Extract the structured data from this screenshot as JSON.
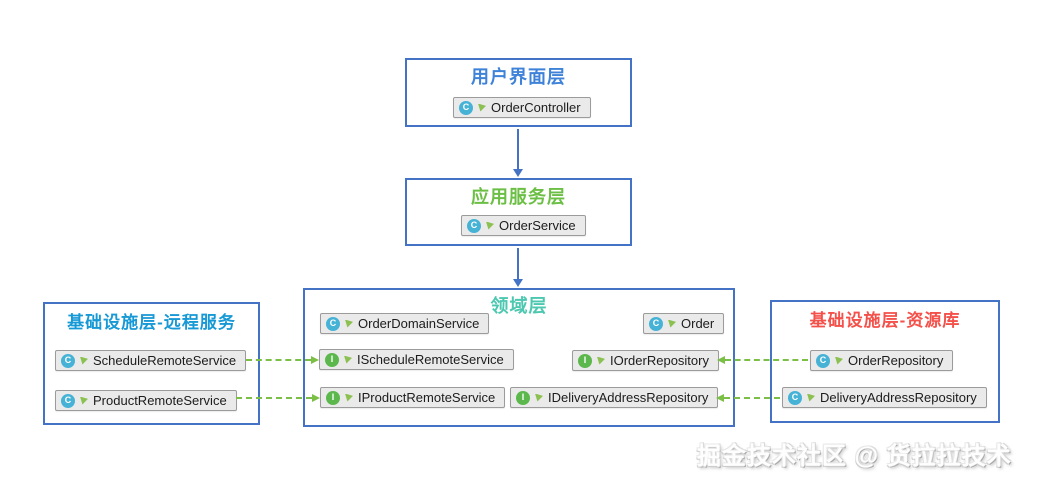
{
  "diagram": {
    "ui_layer": {
      "title": "用户界面层",
      "items": [
        {
          "label": "OrderController",
          "icon": "C",
          "kind": "class"
        }
      ]
    },
    "app_layer": {
      "title": "应用服务层",
      "items": [
        {
          "label": "OrderService",
          "icon": "C",
          "kind": "class"
        }
      ]
    },
    "domain_layer": {
      "title": "领域层",
      "items": [
        {
          "label": "OrderDomainService",
          "icon": "C",
          "kind": "class"
        },
        {
          "label": "Order",
          "icon": "C",
          "kind": "class"
        },
        {
          "label": "IScheduleRemoteService",
          "icon": "I",
          "kind": "interface"
        },
        {
          "label": "IOrderRepository",
          "icon": "I",
          "kind": "interface"
        },
        {
          "label": "IProductRemoteService",
          "icon": "I",
          "kind": "interface"
        },
        {
          "label": "IDeliveryAddressRepository",
          "icon": "I",
          "kind": "interface"
        }
      ]
    },
    "infra_remote_layer": {
      "title": "基础设施层-远程服务",
      "items": [
        {
          "label": "ScheduleRemoteService",
          "icon": "C",
          "kind": "class"
        },
        {
          "label": "ProductRemoteService",
          "icon": "C",
          "kind": "class"
        }
      ]
    },
    "infra_repo_layer": {
      "title": "基础设施层-资源库",
      "items": [
        {
          "label": "OrderRepository",
          "icon": "C",
          "kind": "class"
        },
        {
          "label": "DeliveryAddressRepository",
          "icon": "C",
          "kind": "class"
        }
      ]
    },
    "relations": [
      {
        "from": "OrderController",
        "to": "OrderService",
        "style": "solid-blue-arrow-down"
      },
      {
        "from": "OrderService",
        "to": "领域层",
        "style": "solid-blue-arrow-down"
      },
      {
        "from": "ScheduleRemoteService",
        "to": "IScheduleRemoteService",
        "style": "dashed-green-arrow"
      },
      {
        "from": "ProductRemoteService",
        "to": "IProductRemoteService",
        "style": "dashed-green-arrow"
      },
      {
        "from": "OrderRepository",
        "to": "IOrderRepository",
        "style": "dashed-green-arrow"
      },
      {
        "from": "DeliveryAddressRepository",
        "to": "IDeliveryAddressRepository",
        "style": "dashed-green-arrow"
      }
    ]
  },
  "watermark": {
    "text": "掘金技术社区 @ 货拉拉技术"
  },
  "colors": {
    "box_border": "#4472c4",
    "ui_title": "#3f83d9",
    "app_title": "#6cbf45",
    "domain_title": "#4cc7b0",
    "remote_title": "#1799d6",
    "repo_title": "#f4514b",
    "dashed_arrow": "#7cbf47",
    "class_icon": "#45b2d6",
    "interface_icon": "#5cb84c",
    "chip_bg": "#eaeaea"
  }
}
